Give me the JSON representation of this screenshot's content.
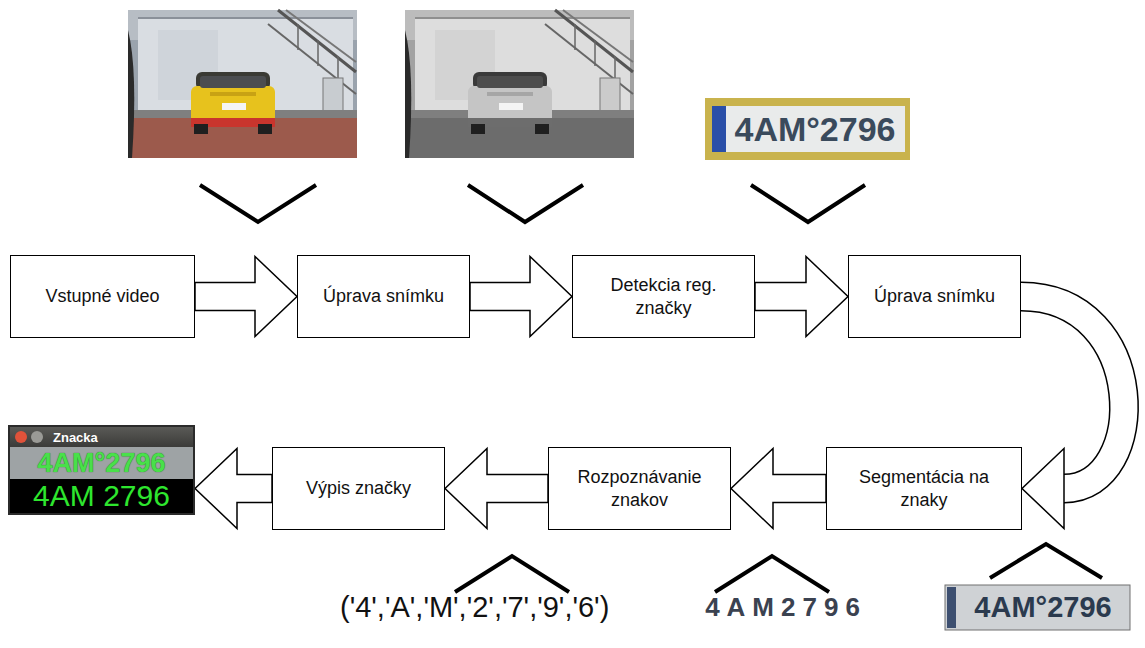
{
  "diagram": {
    "nodes": [
      {
        "text": [
          "Vstupné video"
        ]
      },
      {
        "text": [
          "Úprava snímku"
        ]
      },
      {
        "text": [
          "Detekcia reg. značky"
        ]
      },
      {
        "text": [
          "Úprava snímku"
        ]
      },
      {
        "text": [
          "Segmentácia na znaky"
        ]
      },
      {
        "text": [
          "Rozpoznávanie znakov"
        ]
      },
      {
        "text": [
          "Výpis značky"
        ]
      },
      {
        "text": [
          "Znacka",
          "4AM°2796",
          "4AM 2796"
        ]
      }
    ],
    "edges": [
      {
        "from": 0,
        "to": 1,
        "arrow": "to"
      },
      {
        "from": 1,
        "to": 2,
        "arrow": "to"
      },
      {
        "from": 2,
        "to": 3,
        "arrow": "to"
      },
      {
        "from": 3,
        "to": 4,
        "arrow": "to"
      },
      {
        "from": 4,
        "to": 5,
        "arrow": "to"
      },
      {
        "from": 5,
        "to": 6,
        "arrow": "to"
      },
      {
        "from": 6,
        "to": 7,
        "arrow": "to"
      }
    ],
    "labels": [
      "4AM°2796",
      "('4','A','M','2','7','9','6')",
      "4AM2796",
      "4AM°2796"
    ]
  }
}
